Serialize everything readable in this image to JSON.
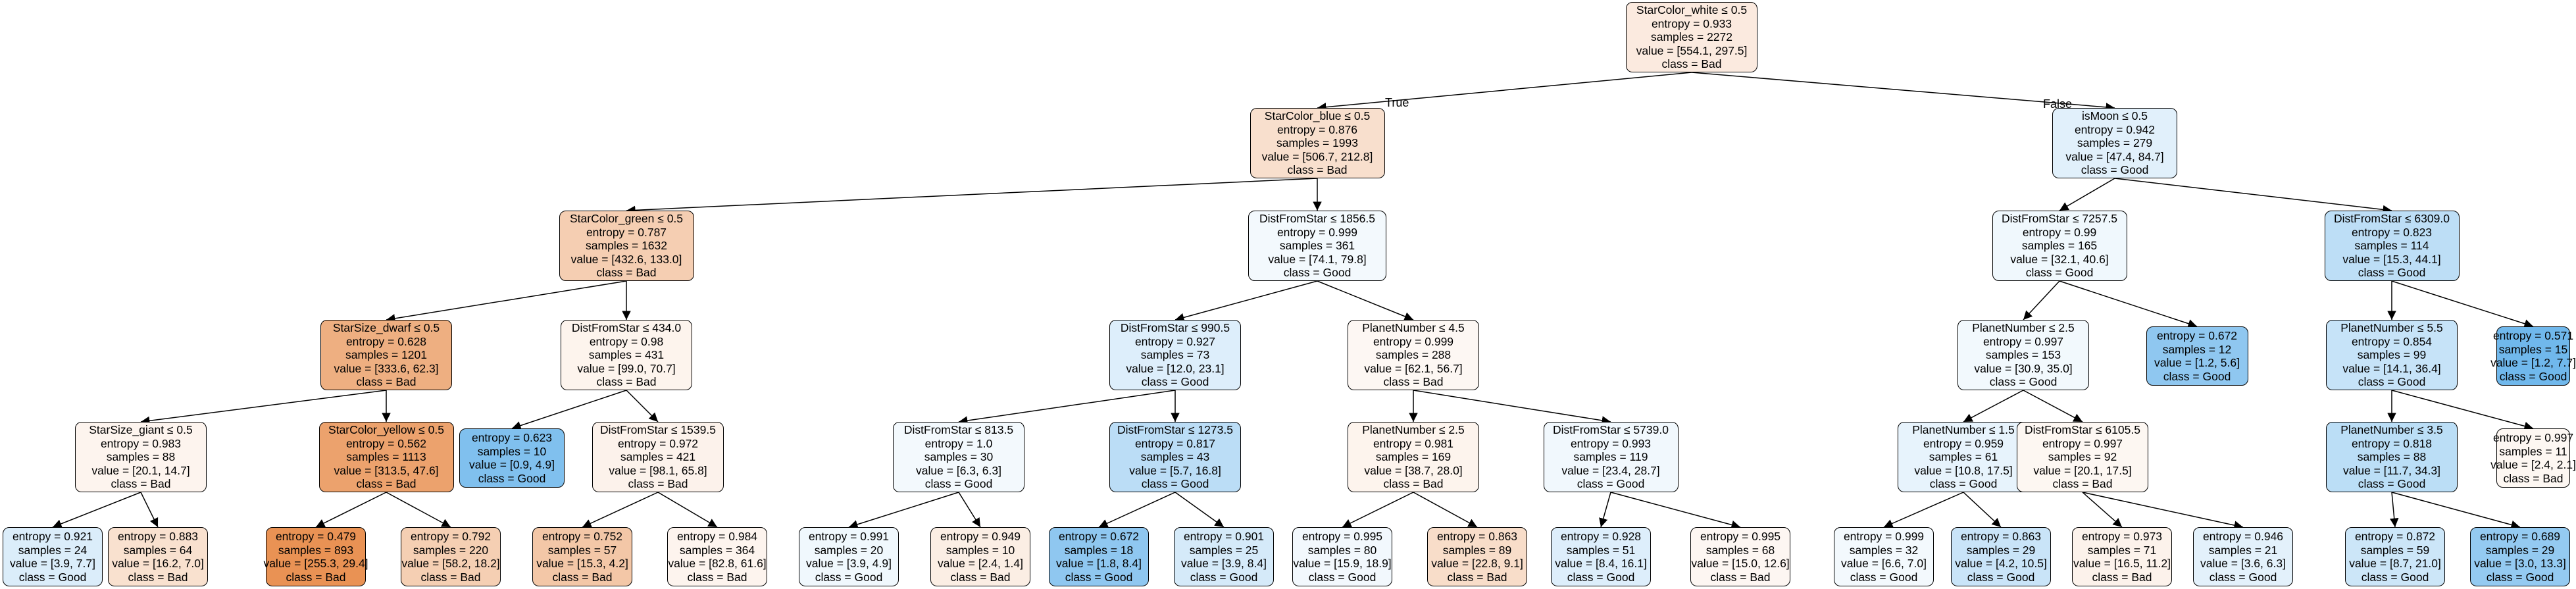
{
  "edge_labels": {
    "true_label": "True",
    "false_label": "False"
  },
  "colors": {
    "bad_strong": "#e58139",
    "good_strong": "#399de5",
    "border": "#000000",
    "edge": "#000000"
  },
  "nodes": [
    {
      "id": "n0",
      "lines": [
        "StarColor_white ≤ 0.5",
        "entropy = 0.933",
        "samples = 2272",
        "value = [554.1, 297.5]",
        "class = Bad"
      ],
      "cls": "Bad",
      "entropy": 0.933
    },
    {
      "id": "n1",
      "lines": [
        "StarColor_blue ≤ 0.5",
        "entropy = 0.876",
        "samples = 1993",
        "value = [506.7, 212.8]",
        "class = Bad"
      ],
      "cls": "Bad",
      "entropy": 0.876
    },
    {
      "id": "n2",
      "lines": [
        "isMoon ≤ 0.5",
        "entropy = 0.942",
        "samples = 279",
        "value = [47.4, 84.7]",
        "class = Good"
      ],
      "cls": "Good",
      "entropy": 0.942
    },
    {
      "id": "n3",
      "lines": [
        "StarColor_green ≤ 0.5",
        "entropy = 0.787",
        "samples = 1632",
        "value = [432.6, 133.0]",
        "class = Bad"
      ],
      "cls": "Bad",
      "entropy": 0.787
    },
    {
      "id": "n4",
      "lines": [
        "DistFromStar ≤ 1856.5",
        "entropy = 0.999",
        "samples = 361",
        "value = [74.1, 79.8]",
        "class = Good"
      ],
      "cls": "Good",
      "entropy": 0.999
    },
    {
      "id": "n5",
      "lines": [
        "DistFromStar ≤ 7257.5",
        "entropy = 0.99",
        "samples = 165",
        "value = [32.1, 40.6]",
        "class = Good"
      ],
      "cls": "Good",
      "entropy": 0.99
    },
    {
      "id": "n6",
      "lines": [
        "DistFromStar ≤ 6309.0",
        "entropy = 0.823",
        "samples = 114",
        "value = [15.3, 44.1]",
        "class = Good"
      ],
      "cls": "Good",
      "entropy": 0.823
    },
    {
      "id": "n7",
      "lines": [
        "StarSize_dwarf ≤ 0.5",
        "entropy = 0.628",
        "samples = 1201",
        "value = [333.6, 62.3]",
        "class = Bad"
      ],
      "cls": "Bad",
      "entropy": 0.628
    },
    {
      "id": "n8",
      "lines": [
        "DistFromStar ≤ 434.0",
        "entropy = 0.98",
        "samples = 431",
        "value = [99.0, 70.7]",
        "class = Bad"
      ],
      "cls": "Bad",
      "entropy": 0.98
    },
    {
      "id": "n9",
      "lines": [
        "DistFromStar ≤ 990.5",
        "entropy = 0.927",
        "samples = 73",
        "value = [12.0, 23.1]",
        "class = Good"
      ],
      "cls": "Good",
      "entropy": 0.927
    },
    {
      "id": "n10",
      "lines": [
        "PlanetNumber ≤ 4.5",
        "entropy = 0.999",
        "samples = 288",
        "value = [62.1, 56.7]",
        "class = Bad"
      ],
      "cls": "Bad",
      "entropy": 0.999
    },
    {
      "id": "n11",
      "lines": [
        "PlanetNumber ≤ 2.5",
        "entropy = 0.997",
        "samples = 153",
        "value = [30.9, 35.0]",
        "class = Good"
      ],
      "cls": "Good",
      "entropy": 0.997
    },
    {
      "id": "n12",
      "lines": [
        "entropy = 0.672",
        "samples = 12",
        "value = [1.2, 5.6]",
        "class = Good"
      ],
      "cls": "Good",
      "entropy": 0.672
    },
    {
      "id": "n13",
      "lines": [
        "PlanetNumber ≤ 5.5",
        "entropy = 0.854",
        "samples = 99",
        "value = [14.1, 36.4]",
        "class = Good"
      ],
      "cls": "Good",
      "entropy": 0.854
    },
    {
      "id": "n14",
      "lines": [
        "entropy = 0.571",
        "samples = 15",
        "value = [1.2, 7.7]",
        "class = Good"
      ],
      "cls": "Good",
      "entropy": 0.571
    },
    {
      "id": "n15",
      "lines": [
        "StarSize_giant ≤ 0.5",
        "entropy = 0.983",
        "samples = 88",
        "value = [20.1, 14.7]",
        "class = Bad"
      ],
      "cls": "Bad",
      "entropy": 0.983
    },
    {
      "id": "n16",
      "lines": [
        "StarColor_yellow ≤ 0.5",
        "entropy = 0.562",
        "samples = 1113",
        "value = [313.5, 47.6]",
        "class = Bad"
      ],
      "cls": "Bad",
      "entropy": 0.562
    },
    {
      "id": "n17",
      "lines": [
        "entropy = 0.623",
        "samples = 10",
        "value = [0.9, 4.9]",
        "class = Good"
      ],
      "cls": "Good",
      "entropy": 0.623
    },
    {
      "id": "n18",
      "lines": [
        "DistFromStar ≤ 1539.5",
        "entropy = 0.972",
        "samples = 421",
        "value = [98.1, 65.8]",
        "class = Bad"
      ],
      "cls": "Bad",
      "entropy": 0.972
    },
    {
      "id": "n19",
      "lines": [
        "DistFromStar ≤ 813.5",
        "entropy = 1.0",
        "samples = 30",
        "value = [6.3, 6.3]",
        "class = Good"
      ],
      "cls": "Good",
      "entropy": 1.0
    },
    {
      "id": "n20",
      "lines": [
        "DistFromStar ≤ 1273.5",
        "entropy = 0.817",
        "samples = 43",
        "value = [5.7, 16.8]",
        "class = Good"
      ],
      "cls": "Good",
      "entropy": 0.817
    },
    {
      "id": "n21",
      "lines": [
        "PlanetNumber ≤ 2.5",
        "entropy = 0.981",
        "samples = 169",
        "value = [38.7, 28.0]",
        "class = Bad"
      ],
      "cls": "Bad",
      "entropy": 0.981
    },
    {
      "id": "n22",
      "lines": [
        "DistFromStar ≤ 5739.0",
        "entropy = 0.993",
        "samples = 119",
        "value = [23.4, 28.7]",
        "class = Good"
      ],
      "cls": "Good",
      "entropy": 0.993
    },
    {
      "id": "n23",
      "lines": [
        "PlanetNumber ≤ 1.5",
        "entropy = 0.959",
        "samples = 61",
        "value = [10.8, 17.5]",
        "class = Good"
      ],
      "cls": "Good",
      "entropy": 0.959
    },
    {
      "id": "n24",
      "lines": [
        "DistFromStar ≤ 6105.5",
        "entropy = 0.997",
        "samples = 92",
        "value = [20.1, 17.5]",
        "class = Bad"
      ],
      "cls": "Bad",
      "entropy": 0.997
    },
    {
      "id": "n25",
      "lines": [
        "PlanetNumber ≤ 3.5",
        "entropy = 0.818",
        "samples = 88",
        "value = [11.7, 34.3]",
        "class = Good"
      ],
      "cls": "Good",
      "entropy": 0.818
    },
    {
      "id": "n26",
      "lines": [
        "entropy = 0.997",
        "samples = 11",
        "value = [2.4, 2.1]",
        "class = Bad"
      ],
      "cls": "Bad",
      "entropy": 0.997
    },
    {
      "id": "n27",
      "lines": [
        "entropy = 0.921",
        "samples = 24",
        "value = [3.9, 7.7]",
        "class = Good"
      ],
      "cls": "Good",
      "entropy": 0.921
    },
    {
      "id": "n28",
      "lines": [
        "entropy = 0.883",
        "samples = 64",
        "value = [16.2, 7.0]",
        "class = Bad"
      ],
      "cls": "Bad",
      "entropy": 0.883
    },
    {
      "id": "n29",
      "lines": [
        "entropy = 0.479",
        "samples = 893",
        "value = [255.3, 29.4]",
        "class = Bad"
      ],
      "cls": "Bad",
      "entropy": 0.479
    },
    {
      "id": "n30",
      "lines": [
        "entropy = 0.792",
        "samples = 220",
        "value = [58.2, 18.2]",
        "class = Bad"
      ],
      "cls": "Bad",
      "entropy": 0.792
    },
    {
      "id": "n31",
      "lines": [
        "entropy = 0.752",
        "samples = 57",
        "value = [15.3, 4.2]",
        "class = Bad"
      ],
      "cls": "Bad",
      "entropy": 0.752
    },
    {
      "id": "n32",
      "lines": [
        "entropy = 0.984",
        "samples = 364",
        "value = [82.8, 61.6]",
        "class = Bad"
      ],
      "cls": "Bad",
      "entropy": 0.984
    },
    {
      "id": "n33",
      "lines": [
        "entropy = 0.991",
        "samples = 20",
        "value = [3.9, 4.9]",
        "class = Good"
      ],
      "cls": "Good",
      "entropy": 0.991
    },
    {
      "id": "n34",
      "lines": [
        "entropy = 0.949",
        "samples = 10",
        "value = [2.4, 1.4]",
        "class = Bad"
      ],
      "cls": "Bad",
      "entropy": 0.949
    },
    {
      "id": "n35",
      "lines": [
        "entropy = 0.672",
        "samples = 18",
        "value = [1.8, 8.4]",
        "class = Good"
      ],
      "cls": "Good",
      "entropy": 0.672
    },
    {
      "id": "n36",
      "lines": [
        "entropy = 0.901",
        "samples = 25",
        "value = [3.9, 8.4]",
        "class = Good"
      ],
      "cls": "Good",
      "entropy": 0.901
    },
    {
      "id": "n37",
      "lines": [
        "entropy = 0.995",
        "samples = 80",
        "value = [15.9, 18.9]",
        "class = Good"
      ],
      "cls": "Good",
      "entropy": 0.995
    },
    {
      "id": "n38",
      "lines": [
        "entropy = 0.863",
        "samples = 89",
        "value = [22.8, 9.1]",
        "class = Bad"
      ],
      "cls": "Bad",
      "entropy": 0.863
    },
    {
      "id": "n39",
      "lines": [
        "entropy = 0.928",
        "samples = 51",
        "value = [8.4, 16.1]",
        "class = Good"
      ],
      "cls": "Good",
      "entropy": 0.928
    },
    {
      "id": "n40",
      "lines": [
        "entropy = 0.995",
        "samples = 68",
        "value = [15.0, 12.6]",
        "class = Bad"
      ],
      "cls": "Bad",
      "entropy": 0.995
    },
    {
      "id": "n41",
      "lines": [
        "entropy = 0.999",
        "samples = 32",
        "value = [6.6, 7.0]",
        "class = Good"
      ],
      "cls": "Good",
      "entropy": 0.999
    },
    {
      "id": "n42",
      "lines": [
        "entropy = 0.863",
        "samples = 29",
        "value = [4.2, 10.5]",
        "class = Good"
      ],
      "cls": "Good",
      "entropy": 0.863
    },
    {
      "id": "n43",
      "lines": [
        "entropy = 0.973",
        "samples = 71",
        "value = [16.5, 11.2]",
        "class = Bad"
      ],
      "cls": "Bad",
      "entropy": 0.973
    },
    {
      "id": "n44",
      "lines": [
        "entropy = 0.946",
        "samples = 21",
        "value = [3.6, 6.3]",
        "class = Good"
      ],
      "cls": "Good",
      "entropy": 0.946
    },
    {
      "id": "n45",
      "lines": [
        "entropy = 0.872",
        "samples = 59",
        "value = [8.7, 21.0]",
        "class = Good"
      ],
      "cls": "Good",
      "entropy": 0.872
    },
    {
      "id": "n46",
      "lines": [
        "entropy = 0.689",
        "samples = 29",
        "value = [3.0, 13.3]",
        "class = Good"
      ],
      "cls": "Good",
      "entropy": 0.689
    }
  ],
  "edges": [
    [
      "n0",
      "n1"
    ],
    [
      "n0",
      "n2"
    ],
    [
      "n1",
      "n3"
    ],
    [
      "n1",
      "n4"
    ],
    [
      "n2",
      "n5"
    ],
    [
      "n2",
      "n6"
    ],
    [
      "n3",
      "n7"
    ],
    [
      "n3",
      "n8"
    ],
    [
      "n4",
      "n9"
    ],
    [
      "n4",
      "n10"
    ],
    [
      "n5",
      "n11"
    ],
    [
      "n5",
      "n12"
    ],
    [
      "n6",
      "n13"
    ],
    [
      "n6",
      "n14"
    ],
    [
      "n7",
      "n15"
    ],
    [
      "n7",
      "n16"
    ],
    [
      "n8",
      "n17"
    ],
    [
      "n8",
      "n18"
    ],
    [
      "n9",
      "n19"
    ],
    [
      "n9",
      "n20"
    ],
    [
      "n10",
      "n21"
    ],
    [
      "n10",
      "n22"
    ],
    [
      "n11",
      "n23"
    ],
    [
      "n11",
      "n24"
    ],
    [
      "n13",
      "n25"
    ],
    [
      "n13",
      "n26"
    ],
    [
      "n15",
      "n27"
    ],
    [
      "n15",
      "n28"
    ],
    [
      "n16",
      "n29"
    ],
    [
      "n16",
      "n30"
    ],
    [
      "n18",
      "n31"
    ],
    [
      "n18",
      "n32"
    ],
    [
      "n19",
      "n33"
    ],
    [
      "n19",
      "n34"
    ],
    [
      "n20",
      "n35"
    ],
    [
      "n20",
      "n36"
    ],
    [
      "n21",
      "n37"
    ],
    [
      "n21",
      "n38"
    ],
    [
      "n22",
      "n39"
    ],
    [
      "n22",
      "n40"
    ],
    [
      "n23",
      "n41"
    ],
    [
      "n23",
      "n42"
    ],
    [
      "n24",
      "n43"
    ],
    [
      "n24",
      "n44"
    ],
    [
      "n25",
      "n45"
    ],
    [
      "n25",
      "n46"
    ]
  ]
}
